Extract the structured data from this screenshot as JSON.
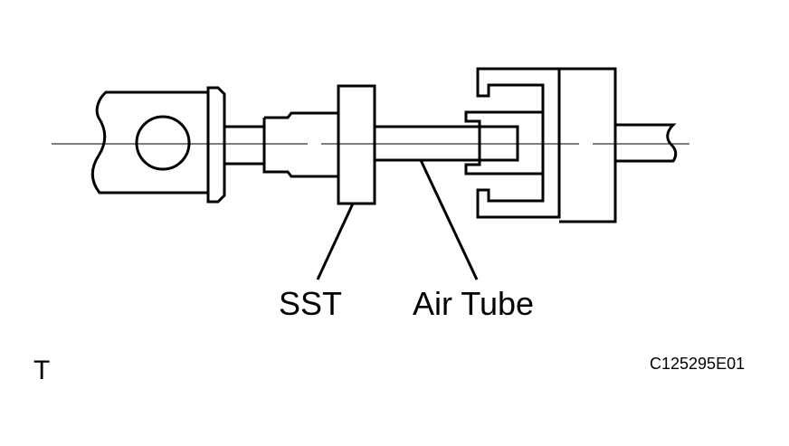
{
  "labels": {
    "sst": "SST",
    "air_tube": "Air Tube",
    "corner_mark": "T",
    "figure_code": "C125295E01"
  }
}
